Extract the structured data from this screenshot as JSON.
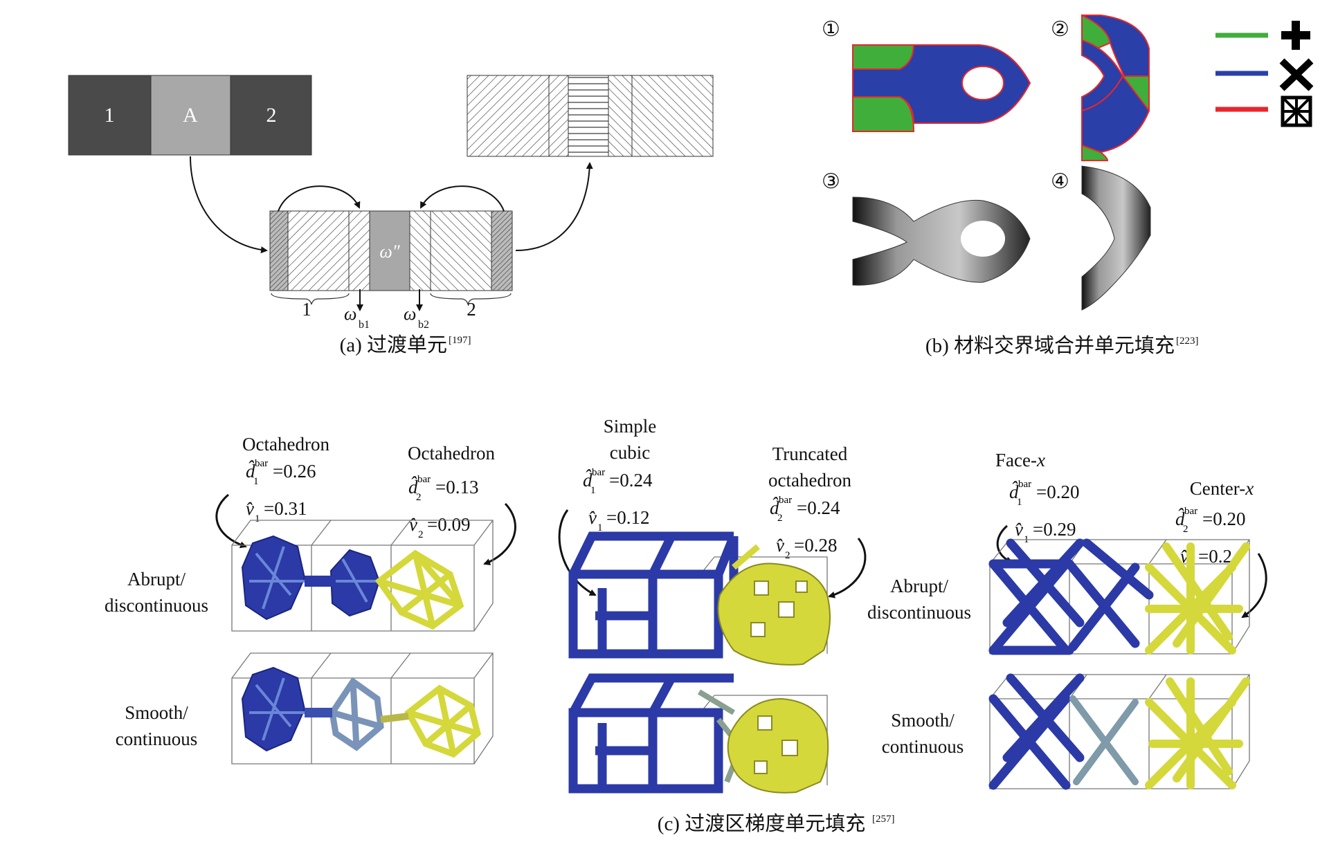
{
  "panel_a": {
    "block_labels": [
      "1",
      "A",
      "2"
    ],
    "omega_mid": "ω″",
    "omega_b1": "ω",
    "omega_b1_sub": "b1",
    "omega_b2": "ω",
    "omega_b2_sub": "b2",
    "label_1": "1",
    "label_2": "2",
    "caption": "(a) 过渡单元",
    "caption_ref": "[197]"
  },
  "panel_b": {
    "markers": [
      "①",
      "②",
      "③",
      "④"
    ],
    "legend": [
      {
        "color": "#3fae3b",
        "icon": "plus-icon"
      },
      {
        "color": "#2a3fa8",
        "icon": "cross-icon"
      },
      {
        "color": "#e8262c",
        "icon": "boxed-cross-icon"
      }
    ],
    "caption": "(b) 材料交界域合并单元填充",
    "caption_ref": "[223]"
  },
  "panel_c": {
    "row_labels_1": [
      "Abrupt/",
      "discontinuous"
    ],
    "row_labels_2": [
      "Smooth/",
      "continuous"
    ],
    "row_labels_3": [
      "Abrupt/",
      "discontinuous"
    ],
    "row_labels_4": [
      "Smooth/",
      "continuous"
    ],
    "group1": {
      "left_name": "Octahedron",
      "left_d": "=0.26",
      "left_v": "=0.31",
      "right_name": "Octahedron",
      "right_d": "=0.13",
      "right_v": "=0.09"
    },
    "group2": {
      "left_name_1": "Simple",
      "left_name_2": "cubic",
      "left_d": "=0.24",
      "left_v": "=0.12",
      "right_name_1": "Truncated",
      "right_name_2": "octahedron",
      "right_d": "=0.24",
      "right_v": "=0.28"
    },
    "group3": {
      "left_name": "Face-",
      "left_name_it": "x",
      "left_d": "=0.20",
      "left_v": "=0.29",
      "right_name": "Center-",
      "right_name_it": "x",
      "right_d": "=0.20",
      "right_v": "=0.24"
    },
    "sym_d": "d̂",
    "sym_v": "v̂",
    "sup_bar": "bar",
    "sub_1": "1",
    "sub_2": "2",
    "caption": "(c) 过渡区梯度单元填充",
    "caption_ref": "[257]"
  },
  "colors": {
    "blue": "#2a3fa8",
    "green": "#3fae3b",
    "red": "#e8262c",
    "yellow": "#d4d83a",
    "dark": "#4a4a4a"
  }
}
